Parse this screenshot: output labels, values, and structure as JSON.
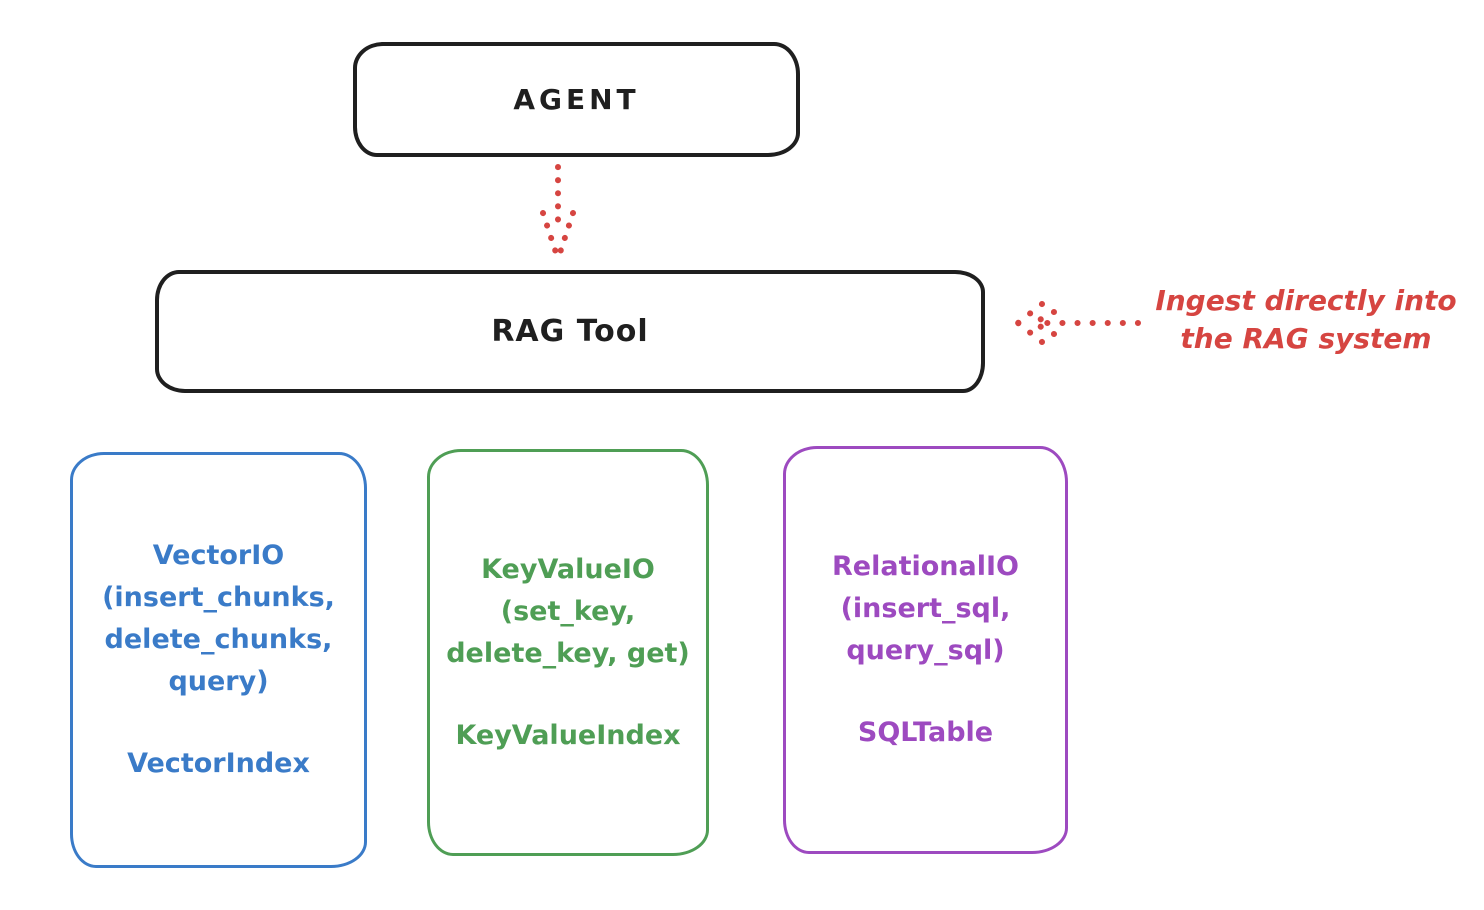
{
  "agent": {
    "label": "AGENT"
  },
  "rag": {
    "label": "RAG Tool"
  },
  "annotation": {
    "line1": "Ingest directly into",
    "line2": "the RAG system"
  },
  "backends": [
    {
      "id": "vector-io",
      "lines": [
        "VectorIO",
        "(insert_chunks,",
        "delete_chunks,",
        "query)"
      ],
      "index_label": "VectorIndex",
      "color": "#3a7bc8"
    },
    {
      "id": "keyvalue-io",
      "lines": [
        "KeyValueIO",
        "(set_key,",
        "delete_key, get)"
      ],
      "index_label": "KeyValueIndex",
      "color": "#4f9e55"
    },
    {
      "id": "relational-io",
      "lines": [
        "RelationalIO",
        "(insert_sql,",
        "query_sql)"
      ],
      "index_label": "SQLTable",
      "color": "#9d4ac0"
    }
  ],
  "icons": {
    "agent_to_rag_arrow": "arrow-down-dotted",
    "ingest_arrow": "arrow-left-dotted"
  },
  "colors": {
    "stroke_black": "#1f1f1f",
    "accent_red": "#d64541",
    "backend_blue": "#3a7bc8",
    "backend_green": "#4f9e55",
    "backend_purple": "#9d4ac0",
    "background": "#ffffff"
  }
}
